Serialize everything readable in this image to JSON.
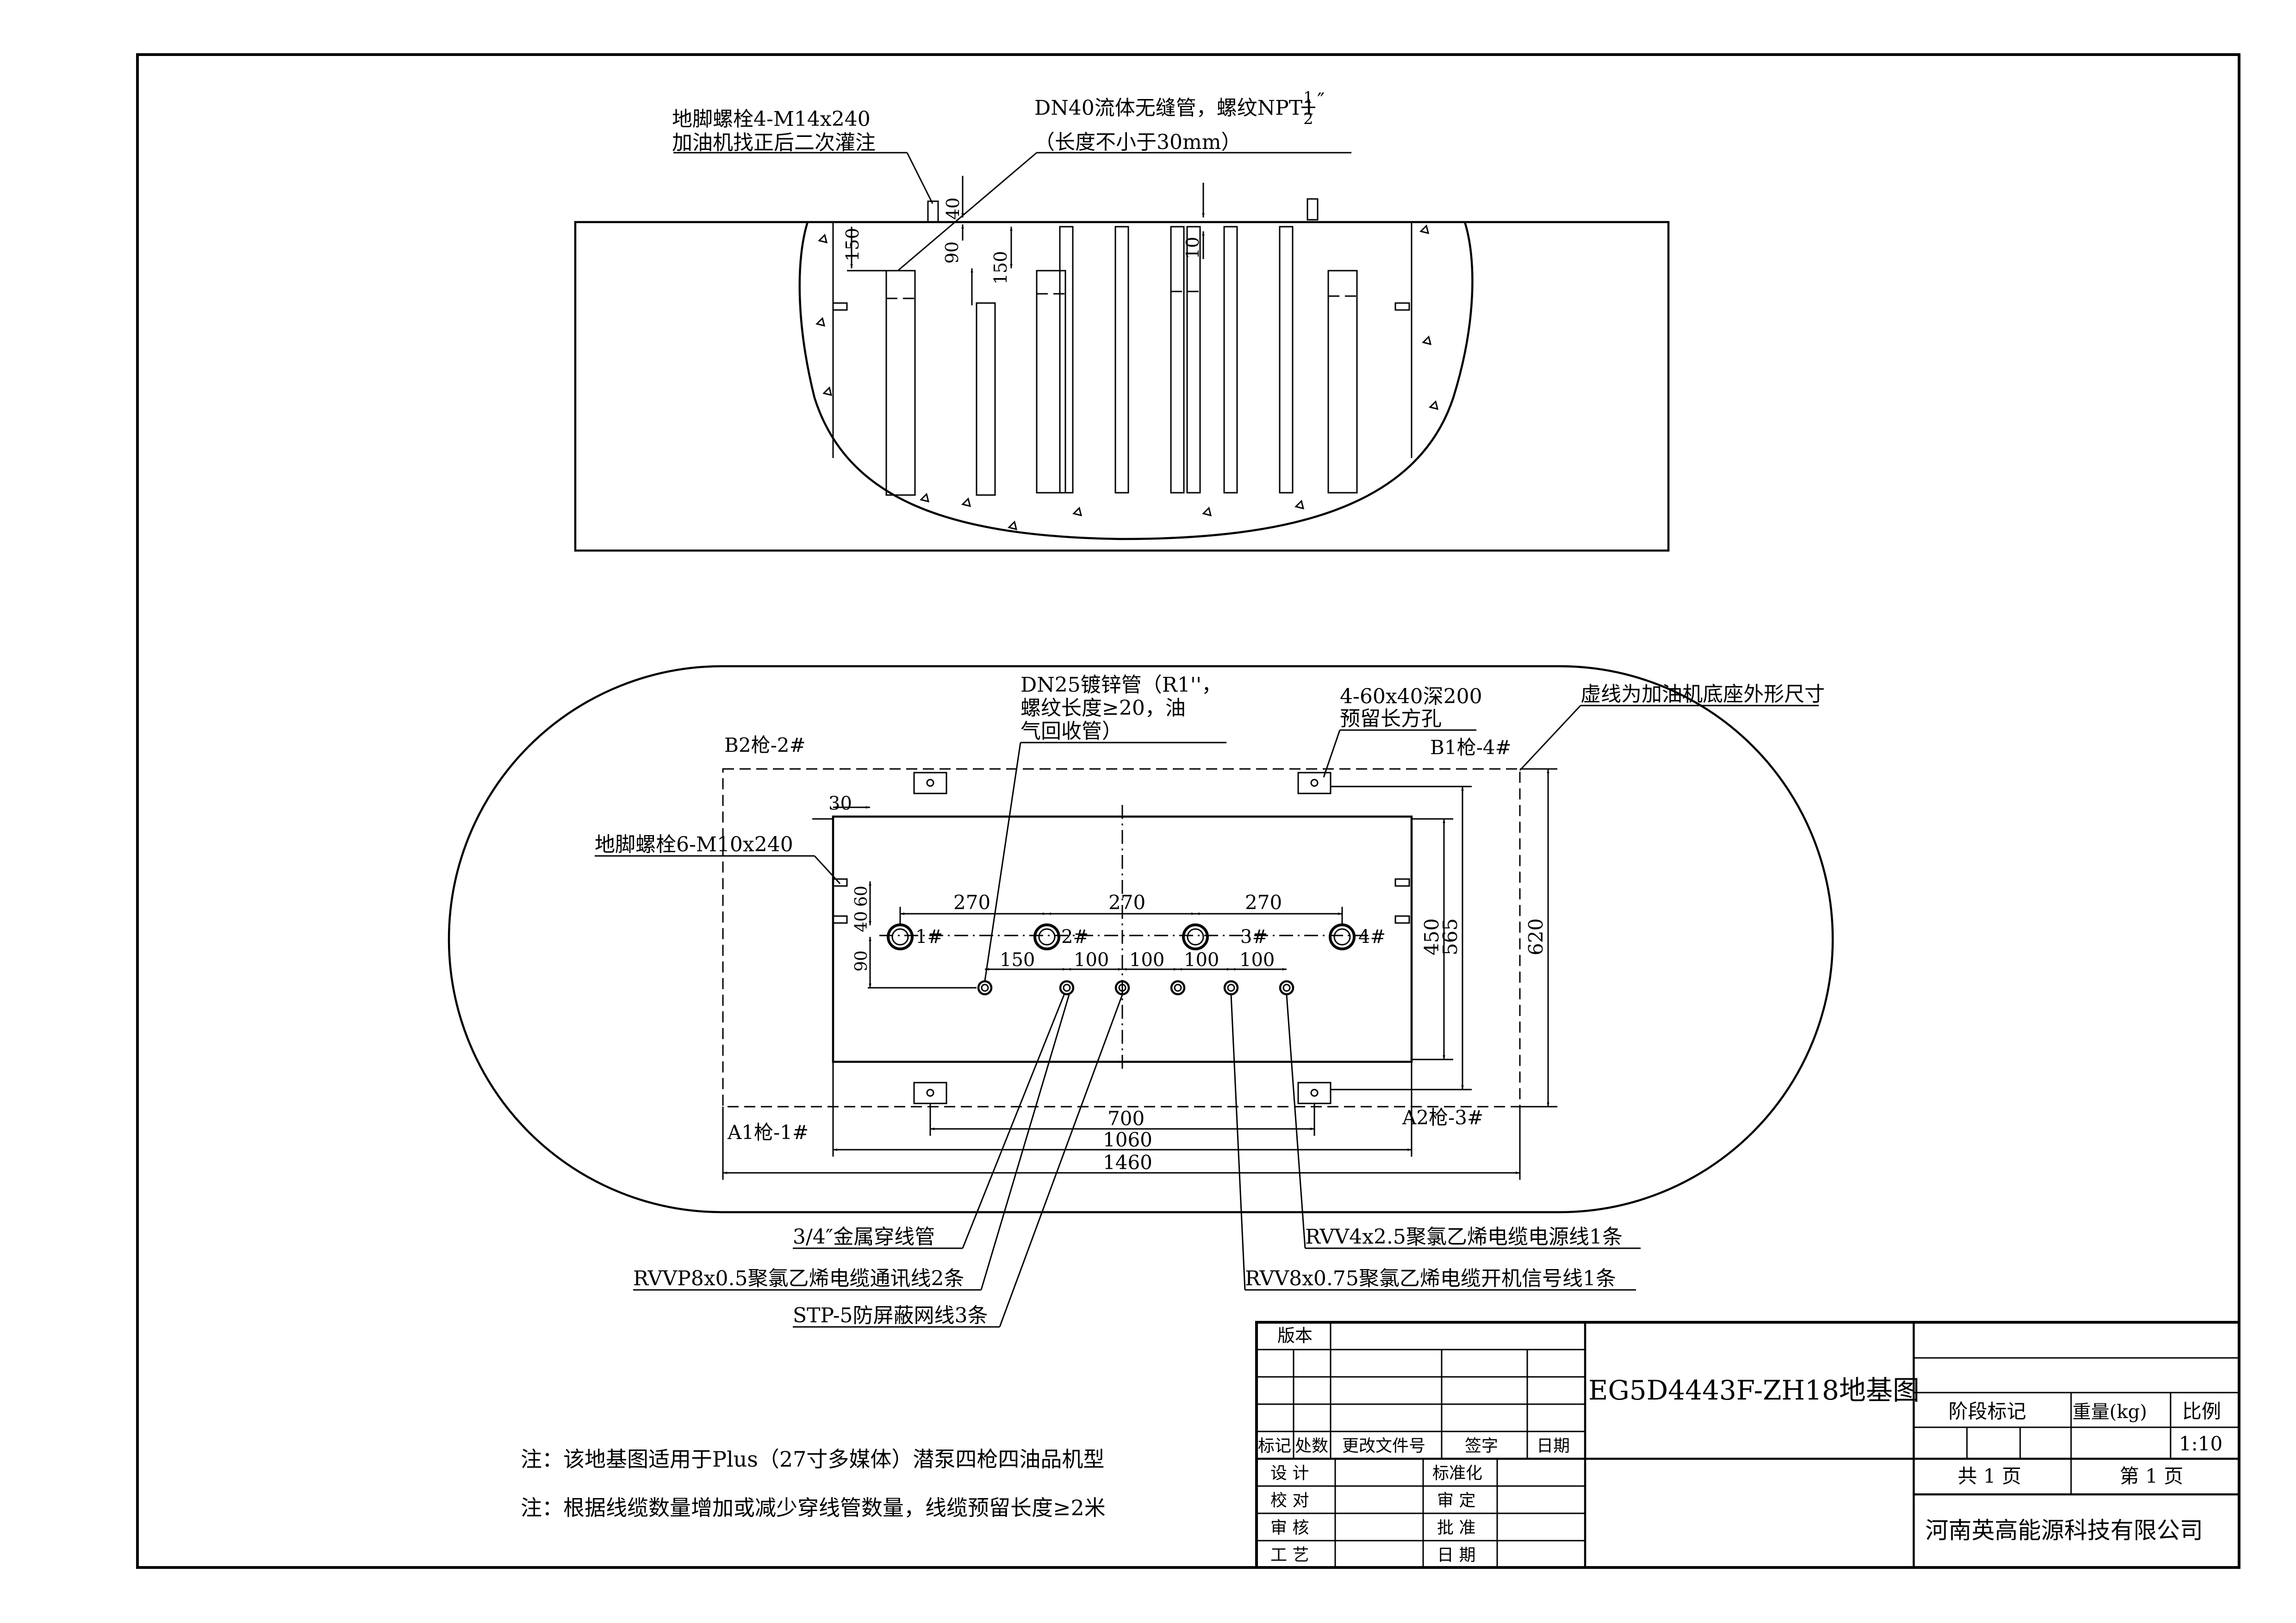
{
  "top_view": {
    "bolt_note_1": "地脚螺栓4-M14x240",
    "bolt_note_2": "加油机找正后二次灌注",
    "pipe_note_1": "DN40流体无缝管，螺纹NPT1",
    "pipe_note_frac_num": "1",
    "pipe_note_frac_den": "2",
    "pipe_note_frac_mark": "″",
    "pipe_note_2": "（长度不小于30mm）",
    "dim_40": "40",
    "dim_90": "90",
    "dim_150_a": "150",
    "dim_150_b": "150",
    "dim_10": "10"
  },
  "plan_view": {
    "dn25_note_1": "DN25镀锌管（R1''，",
    "dn25_note_2": "螺纹长度≥20，油",
    "dn25_note_3": "气回收管）",
    "slot_note_1": "4-60x40深200",
    "slot_note_2": "预留长方孔",
    "dashed_note": "虚线为加油机底座外形尺寸",
    "corner_b2": "B2枪-2#",
    "corner_b1": "B1枪-4#",
    "corner_a1": "A1枪-1#",
    "corner_a2": "A2枪-3#",
    "bolt_note": "地脚螺栓6-M10x240",
    "dim_30": "30",
    "dim_60": "60",
    "dim_40": "40",
    "dim_90": "90",
    "dim_270_a": "270",
    "dim_270_b": "270",
    "dim_270_c": "270",
    "dim_150": "150",
    "dim_100_a": "100",
    "dim_100_b": "100",
    "dim_100_c": "100",
    "dim_100_d": "100",
    "dim_450": "450",
    "dim_565": "565",
    "dim_620": "620",
    "dim_700": "700",
    "dim_1060": "1060",
    "dim_1460": "1460",
    "hole_1": "1#",
    "hole_2": "2#",
    "hole_3": "3#",
    "hole_4": "4#"
  },
  "callouts": {
    "conduit": "3/4″金属穿线管",
    "rvvp": "RVVP8x0.5聚氯乙烯电缆通讯线2条",
    "stp": "STP-5防屏蔽网线3条",
    "rvv_power": "RVV4x2.5聚氯乙烯电缆电源线1条",
    "rvv_signal": "RVV8x0.75聚氯乙烯电缆开机信号线1条"
  },
  "notes": {
    "note_1": "注：该地基图适用于Plus（27寸多媒体）潜泵四枪四油品机型",
    "note_2": "注：根据线缆数量增加或减少穿线管数量，线缆预留长度≥2米"
  },
  "title_block": {
    "version": "版本",
    "h_mark": "标记",
    "h_count": "处数",
    "h_file": "更改文件号",
    "h_sign": "签字",
    "h_date": "日期",
    "design": "设  计",
    "check": "校  对",
    "review": "审  核",
    "craft": "工  艺",
    "standard": "标准化",
    "audit": "审  定",
    "approve": "批  准",
    "date": "日  期",
    "drawing_name": "EG5D4443F-ZH18地基图",
    "stage_mark": "阶段标记",
    "weight": "重量(kg)",
    "scale_label": "比例",
    "scale_value": "1:10",
    "total_pages": "共 1 页",
    "page_no": "第 1 页",
    "company": "河南英高能源科技有限公司"
  }
}
